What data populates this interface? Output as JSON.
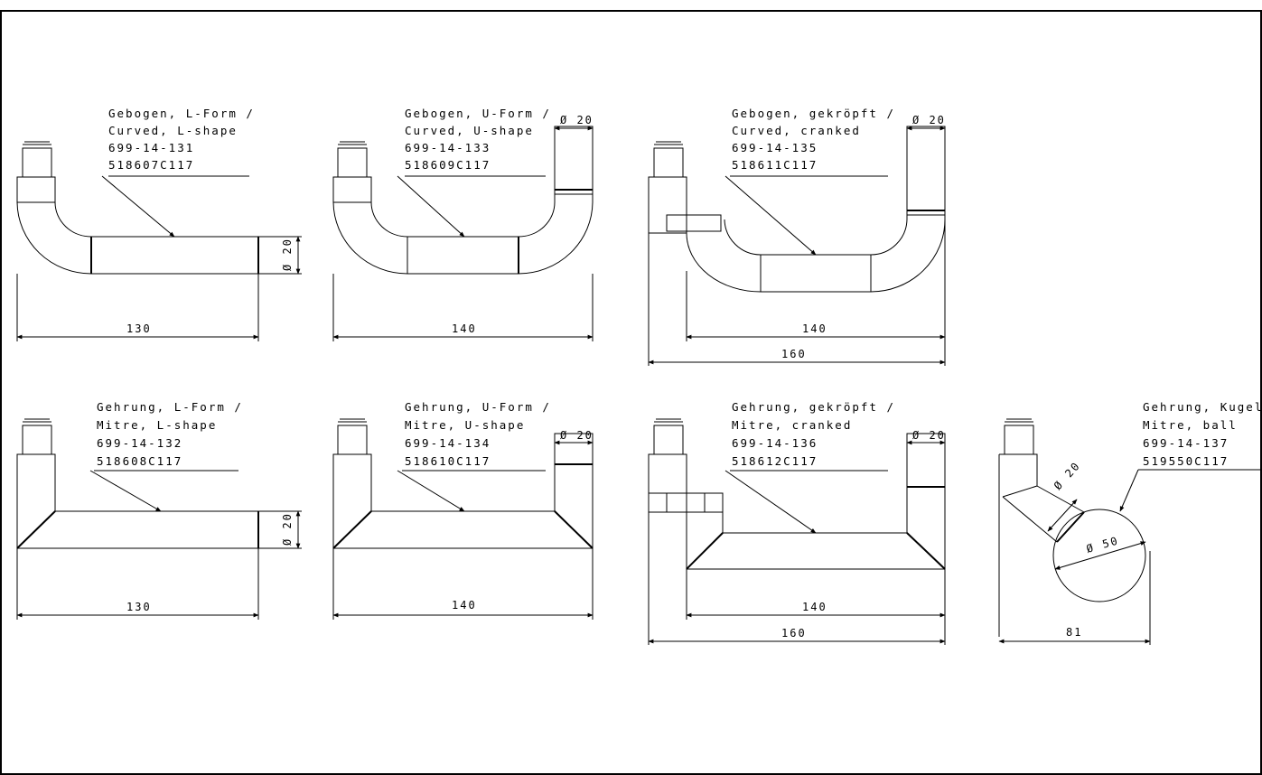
{
  "title": "",
  "drawings": [
    {
      "id": "curved-l",
      "label": [
        "Gebogen, L-Form /",
        "Curved, L-shape",
        "699-14-131",
        "518607C117"
      ],
      "dims": {
        "length": "130",
        "diameter": "Ø 20"
      }
    },
    {
      "id": "curved-u",
      "label": [
        "Gebogen, U-Form /",
        "Curved, U-shape",
        "699-14-133",
        "518609C117"
      ],
      "dims": {
        "length": "140",
        "diameter": "Ø 20"
      }
    },
    {
      "id": "curved-cranked",
      "label": [
        "Gebogen, gekröpft /",
        "Curved, cranked",
        "699-14-135",
        "518611C117"
      ],
      "dims": {
        "inner": "140",
        "outer": "160",
        "diameter": "Ø 20"
      }
    },
    {
      "id": "mitre-l",
      "label": [
        "Gehrung, L-Form /",
        "Mitre, L-shape",
        "699-14-132",
        "518608C117"
      ],
      "dims": {
        "length": "130",
        "diameter": "Ø 20"
      }
    },
    {
      "id": "mitre-u",
      "label": [
        "Gehrung, U-Form /",
        "Mitre, U-shape",
        "699-14-134",
        "518610C117"
      ],
      "dims": {
        "length": "140",
        "diameter": "Ø 20"
      }
    },
    {
      "id": "mitre-cranked",
      "label": [
        "Gehrung, gekröpft /",
        "Mitre, cranked",
        "699-14-136",
        "518612C117"
      ],
      "dims": {
        "inner": "140",
        "outer": "160",
        "diameter": "Ø 20"
      }
    },
    {
      "id": "mitre-ball",
      "label": [
        "Gehrung, Kugel/",
        "Mitre, ball",
        "699-14-137",
        "519550C117"
      ],
      "dims": {
        "length": "81",
        "diameter": "Ø 20",
        "ball": "Ø 50"
      }
    }
  ]
}
